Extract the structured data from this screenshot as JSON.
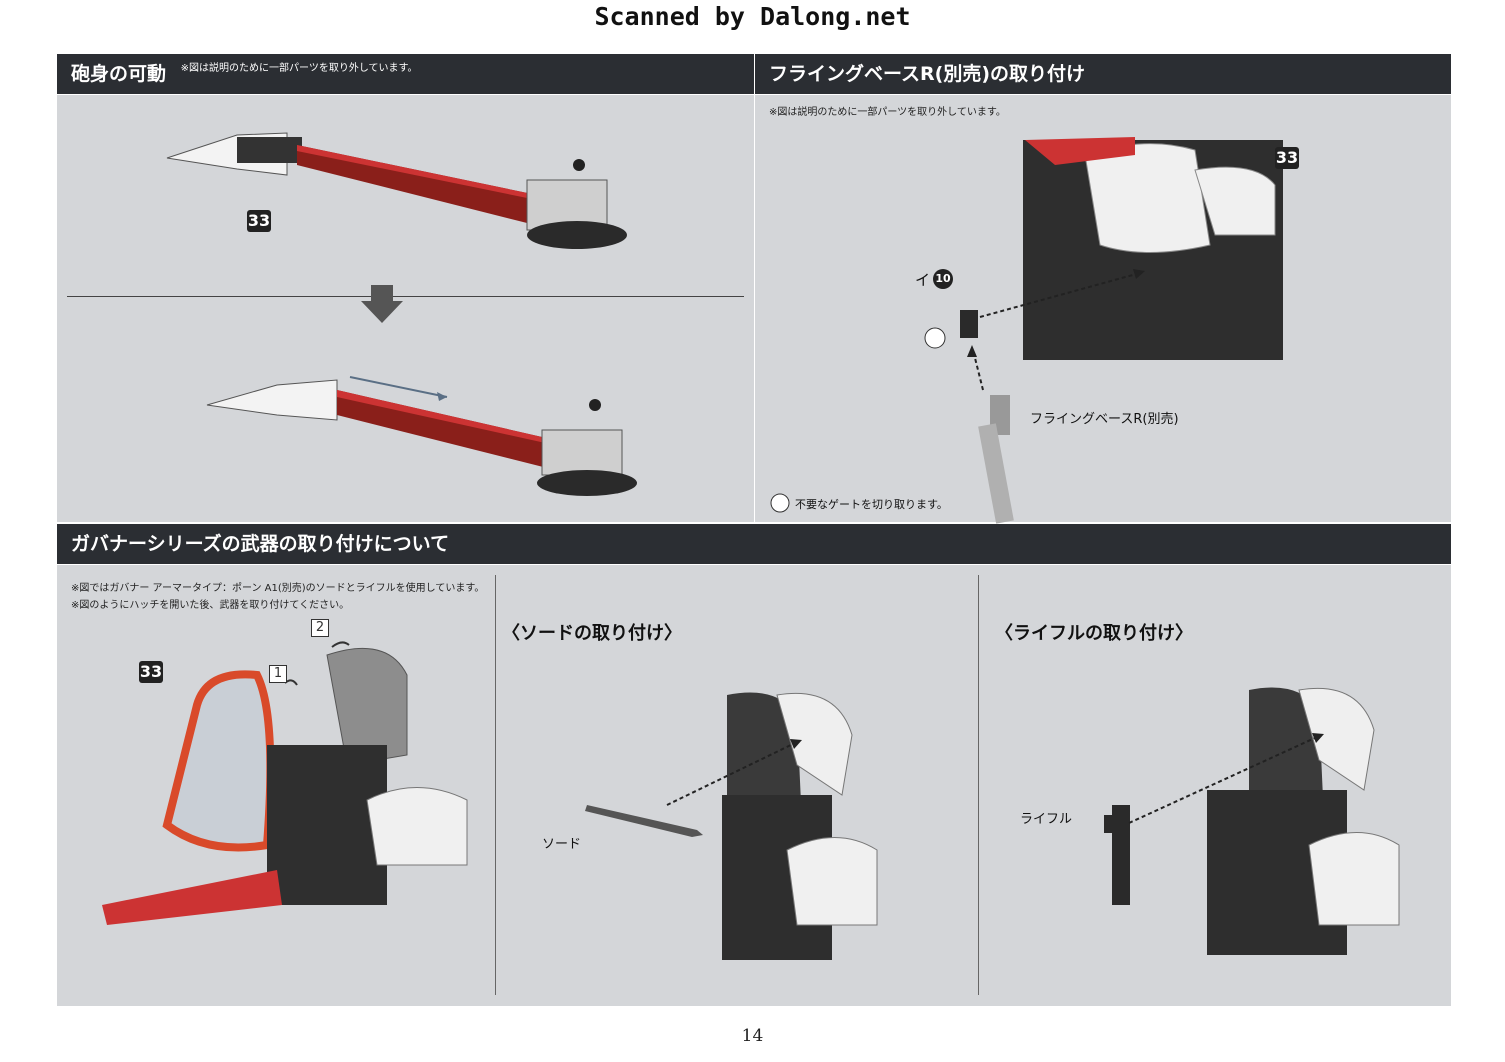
{
  "watermark": "Scanned by Dalong.net",
  "page_number": "14",
  "section_barrel": {
    "title": "砲身の可動",
    "note": "※図は説明のために一部パーツを取り外しています。",
    "part_badge": "33"
  },
  "section_flying_base": {
    "title": "フライングベースR(別売)の取り付け",
    "note": "※図は説明のために一部パーツを取り外しています。",
    "part_badge": "33",
    "runner_label": "イ",
    "runner_number": "10",
    "base_label": "フライングベースR(別売)",
    "gate_note": "不要なゲートを切り取ります。"
  },
  "section_weapons": {
    "title": "ガバナーシリーズの武器の取り付けについて",
    "note1": "※図ではガバナー アーマータイプ：ポーン A1(別売)のソードとライフルを使用しています。",
    "note2": "※図のようにハッチを開いた後、武器を取り付けてください。",
    "part_badge": "33",
    "step1": "1",
    "step2": "2",
    "sword_title": "〈ソードの取り付け〉",
    "sword_label": "ソード",
    "rifle_title": "〈ライフルの取り付け〉",
    "rifle_label": "ライフル"
  }
}
